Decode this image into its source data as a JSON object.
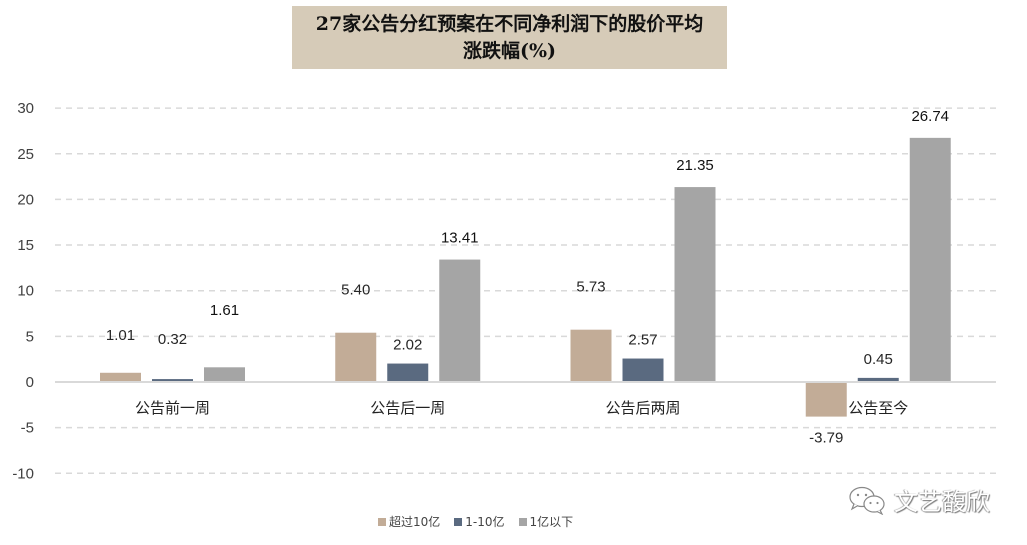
{
  "title": "27家公告分红预案在不同净利润下的股价平均涨跌幅(%)",
  "watermark": {
    "icon": "wechat-icon",
    "text": "文艺馥欣"
  },
  "colors": {
    "series1": "#c2ac97",
    "series2": "#5a6a80",
    "series3": "#a5a5a5",
    "title_bg": "#d6cbb8",
    "grid": "#d9d9d9"
  },
  "legend": [
    {
      "label": "超过10亿",
      "color": "#c2ac97"
    },
    {
      "label": "1-10亿",
      "color": "#5a6a80"
    },
    {
      "label": "1亿以下",
      "color": "#a5a5a5"
    }
  ],
  "chart_data": {
    "type": "bar",
    "title": "27家公告分红预案在不同净利润下的股价平均涨跌幅(%)",
    "xlabel": "",
    "ylabel": "",
    "categories": [
      "公告前一周",
      "公告后一周",
      "公告后两周",
      "公告至今"
    ],
    "series": [
      {
        "name": "超过10亿",
        "values": [
          1.01,
          5.4,
          5.73,
          -3.79
        ]
      },
      {
        "name": "1-10亿",
        "values": [
          0.32,
          2.02,
          2.57,
          0.45
        ]
      },
      {
        "name": "1亿以下",
        "values": [
          1.61,
          13.41,
          21.35,
          26.74
        ]
      }
    ],
    "value_labels": [
      [
        "1.01",
        "5.40",
        "5.73",
        "-3.79"
      ],
      [
        "0.32",
        "2.02",
        "2.57",
        "0.45"
      ],
      [
        "1.61",
        "13.41",
        "21.35",
        "26.74"
      ]
    ],
    "ylim": [
      -10,
      30
    ],
    "yticks": [
      "30",
      "25",
      "20",
      "15",
      "10",
      "5",
      "0",
      "-5",
      "-10"
    ],
    "grid": "horizontal dashed",
    "legend_position": "bottom"
  }
}
